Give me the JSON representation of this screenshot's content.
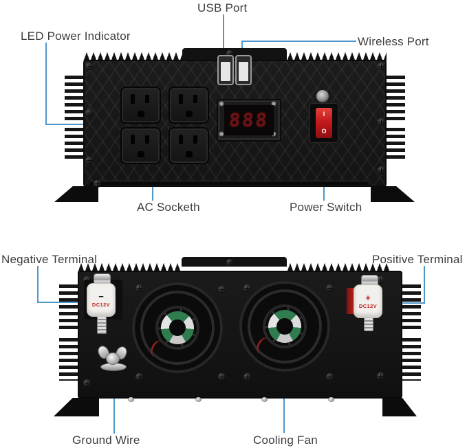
{
  "page": {
    "background": "#FFFFFF"
  },
  "colors": {
    "callout_line": "#4E97CB",
    "label_text": "#3D3D3D",
    "device_body": "#181818",
    "switch_red": "#C4191C",
    "display_digit_red": "#6B1316",
    "terminal_body_white": "#F2F0EC",
    "terminal_marking_red": "#C0251E",
    "fan_hub_green": "#2F7D4E"
  },
  "front_view": {
    "labels": {
      "led_power_indicator": "LED Power Indicator",
      "usb_port": "USB Port",
      "wireless_port": "Wireless Port",
      "ac_socketh": "AC Socketh",
      "power_switch": "Power Switch"
    },
    "display": {
      "digits": "888"
    },
    "power_switch": {
      "on_mark": "I",
      "off_mark": "O"
    }
  },
  "rear_view": {
    "labels": {
      "negative_terminal": "Negative Terminal",
      "positive_terminal": "Positive Terminal",
      "ground_wire": "Ground Wire",
      "cooling_fan": "Cooling Fan"
    },
    "negative_terminal": {
      "sign": "−",
      "marking": "DC12V"
    },
    "positive_terminal": {
      "sign": "+",
      "marking": "DC12V"
    }
  }
}
